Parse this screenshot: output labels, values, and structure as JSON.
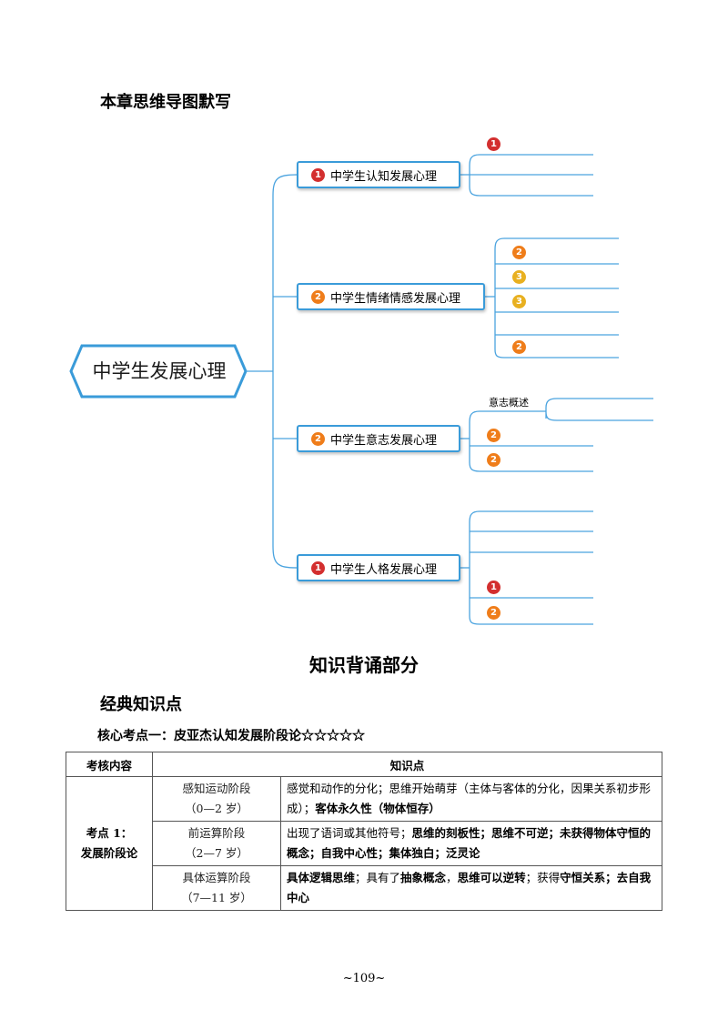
{
  "mindmap": {
    "heading": "本章思维导图默写",
    "root": "中学生发展心理",
    "branches": [
      {
        "num": "1",
        "label": "中学生认知发展心理",
        "leaves": [
          "1",
          "",
          ""
        ]
      },
      {
        "num": "2",
        "label": "中学生情绪情感发展心理",
        "leaves": [
          "2",
          "3",
          "3",
          "",
          "2"
        ]
      },
      {
        "num": "2",
        "label": "中学生意志发展心理",
        "sub_label": "意志概述",
        "leaves": [
          "",
          "2",
          "2"
        ]
      },
      {
        "num": "1",
        "label": "中学生人格发展心理",
        "leaves": [
          "",
          "",
          "",
          "1",
          "2"
        ]
      }
    ]
  },
  "section_title": "知识背诵部分",
  "classic_heading": "经典知识点",
  "core_heading": "核心考点一：皮亚杰认知发展阶段论☆☆☆☆☆",
  "table": {
    "headers": [
      "考核内容",
      "知识点"
    ],
    "point_label_line1": "考点 1：",
    "point_label_line2": "发展阶段论",
    "rows": [
      {
        "stage": "感知运动阶段",
        "age": "（0—2 岁）",
        "k1": "感觉和动作的分化；思维开始萌芽（主体与客体的分化，因果关系初步形成）；",
        "k2": "客体永久性（物体恒存）"
      },
      {
        "stage": "前运算阶段",
        "age": "（2—7 岁）",
        "k1": "出现了语词或其他符号；",
        "k2": "思维的刻板性；思维不可逆；未获得物体守恒的概念；自我中心性；集体独白；泛灵论"
      },
      {
        "stage": "具体运算阶段",
        "age": "（7—11 岁）",
        "k1": "具体逻辑思维",
        "k2": "；具有了",
        "k3": "抽象概念",
        "k4": "，",
        "k5": "思维可以逆转",
        "k6": "；获得",
        "k7": "守恒关系；去自我中心"
      }
    ]
  },
  "page_number": "~109~",
  "colors": {
    "node_border": "#3a9bd9",
    "line": "#4aa3df",
    "num1": "#d32f2f",
    "num2": "#ef7d1a",
    "num3": "#e8b020"
  }
}
